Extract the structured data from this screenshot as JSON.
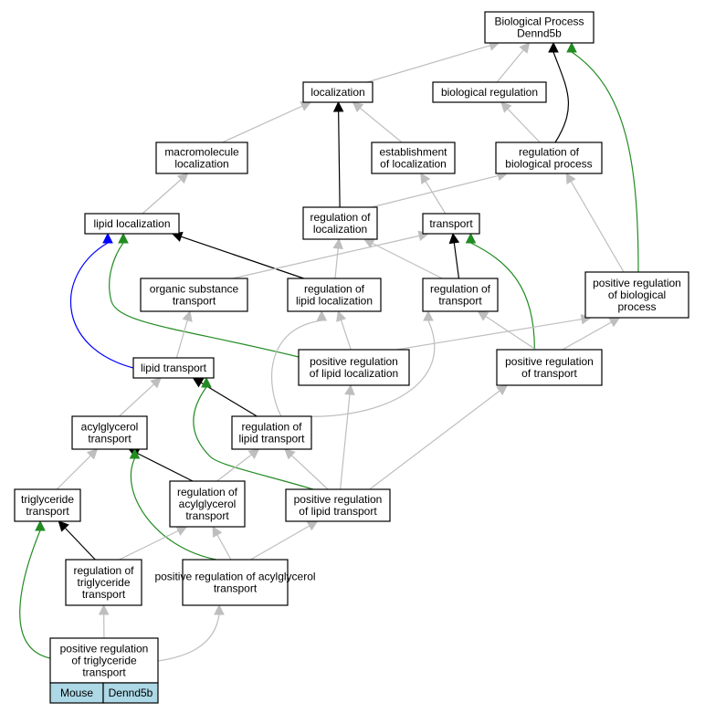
{
  "nodes": [
    {
      "id": "bp",
      "label": [
        "Biological Process",
        "Dennd5b"
      ]
    },
    {
      "id": "loc",
      "label": [
        "localization"
      ]
    },
    {
      "id": "biored",
      "label": [
        "biological regulation"
      ]
    },
    {
      "id": "macloc",
      "label": [
        "macromolecule",
        "localization"
      ]
    },
    {
      "id": "estloc",
      "label": [
        "establishment",
        "of localization"
      ]
    },
    {
      "id": "regbp",
      "label": [
        "regulation of",
        "biological process"
      ]
    },
    {
      "id": "lipidloc",
      "label": [
        "lipid localization"
      ]
    },
    {
      "id": "regloc",
      "label": [
        "regulation of",
        "localization"
      ]
    },
    {
      "id": "transport",
      "label": [
        "transport"
      ]
    },
    {
      "id": "orgsub",
      "label": [
        "organic substance",
        "transport"
      ]
    },
    {
      "id": "reglipidloc",
      "label": [
        "regulation of",
        "lipid localization"
      ]
    },
    {
      "id": "regtransport",
      "label": [
        "regulation of",
        "transport"
      ]
    },
    {
      "id": "posregbp",
      "label": [
        "positive regulation",
        "of biological",
        "process"
      ]
    },
    {
      "id": "lipidtransport",
      "label": [
        "lipid transport"
      ]
    },
    {
      "id": "posreglipidloc",
      "label": [
        "positive regulation",
        "of lipid localization"
      ]
    },
    {
      "id": "posregtransport",
      "label": [
        "positive regulation",
        "of transport"
      ]
    },
    {
      "id": "acyltransport",
      "label": [
        "acylglycerol",
        "transport"
      ]
    },
    {
      "id": "reglipidtransport",
      "label": [
        "regulation of",
        "lipid transport"
      ]
    },
    {
      "id": "trigtransport",
      "label": [
        "triglyceride",
        "transport"
      ]
    },
    {
      "id": "regacyl",
      "label": [
        "regulation of",
        "acylglycerol",
        "transport"
      ]
    },
    {
      "id": "posreglipidtransport",
      "label": [
        "positive regulation",
        "of lipid transport"
      ]
    },
    {
      "id": "regtrig",
      "label": [
        "regulation of",
        "triglyceride",
        "transport"
      ]
    },
    {
      "id": "posregacyl",
      "label": [
        "positive regulation of acylglycerol",
        "transport"
      ]
    },
    {
      "id": "posregtrig",
      "label": [
        "positive regulation",
        "of triglyceride",
        "transport"
      ]
    }
  ],
  "legend": {
    "organism": "Mouse",
    "gene": "Dennd5b"
  },
  "edge_colors": {
    "is_a": "#bebebe",
    "regulates": "#000000",
    "positively_regulates": "#228b22",
    "part_of": "#0000ff"
  },
  "edges": [
    {
      "from": "loc",
      "to": "bp",
      "type": "is_a"
    },
    {
      "from": "biored",
      "to": "bp",
      "type": "is_a"
    },
    {
      "from": "regbp",
      "to": "bp",
      "type": "regulates"
    },
    {
      "from": "posregbp",
      "to": "bp",
      "type": "positively_regulates"
    },
    {
      "from": "macloc",
      "to": "loc",
      "type": "is_a"
    },
    {
      "from": "estloc",
      "to": "loc",
      "type": "is_a"
    },
    {
      "from": "regloc",
      "to": "loc",
      "type": "regulates"
    },
    {
      "from": "regbp",
      "to": "biored",
      "type": "is_a"
    },
    {
      "from": "lipidloc",
      "to": "macloc",
      "type": "is_a"
    },
    {
      "from": "transport",
      "to": "estloc",
      "type": "is_a"
    },
    {
      "from": "regloc",
      "to": "regbp",
      "type": "is_a"
    },
    {
      "from": "posregbp",
      "to": "regbp",
      "type": "is_a"
    },
    {
      "from": "reglipidloc",
      "to": "lipidloc",
      "type": "regulates"
    },
    {
      "from": "posreglipidloc",
      "to": "lipidloc",
      "type": "positively_regulates"
    },
    {
      "from": "lipidtransport",
      "to": "lipidloc",
      "type": "part_of"
    },
    {
      "from": "orgsub",
      "to": "transport",
      "type": "is_a"
    },
    {
      "from": "regtransport",
      "to": "transport",
      "type": "regulates"
    },
    {
      "from": "posregtransport",
      "to": "transport",
      "type": "positively_regulates"
    },
    {
      "from": "reglipidloc",
      "to": "regloc",
      "type": "is_a"
    },
    {
      "from": "regtransport",
      "to": "regloc",
      "type": "is_a"
    },
    {
      "from": "lipidtransport",
      "to": "orgsub",
      "type": "is_a"
    },
    {
      "from": "posreglipidloc",
      "to": "reglipidloc",
      "type": "is_a"
    },
    {
      "from": "reglipidtransport",
      "to": "reglipidloc",
      "type": "is_a"
    },
    {
      "from": "posregtransport",
      "to": "regtransport",
      "type": "is_a"
    },
    {
      "from": "reglipidtransport",
      "to": "regtransport",
      "type": "is_a"
    },
    {
      "from": "posreglipidloc",
      "to": "posregbp",
      "type": "is_a"
    },
    {
      "from": "posregtransport",
      "to": "posregbp",
      "type": "is_a"
    },
    {
      "from": "acyltransport",
      "to": "lipidtransport",
      "type": "is_a"
    },
    {
      "from": "reglipidtransport",
      "to": "lipidtransport",
      "type": "regulates"
    },
    {
      "from": "posreglipidtransport",
      "to": "lipidtransport",
      "type": "positively_regulates"
    },
    {
      "from": "posreglipidtransport",
      "to": "posreglipidloc",
      "type": "is_a"
    },
    {
      "from": "posreglipidtransport",
      "to": "posregtransport",
      "type": "is_a"
    },
    {
      "from": "trigtransport",
      "to": "acyltransport",
      "type": "is_a"
    },
    {
      "from": "regacyl",
      "to": "acyltransport",
      "type": "regulates"
    },
    {
      "from": "posregacyl",
      "to": "acyltransport",
      "type": "positively_regulates"
    },
    {
      "from": "regacyl",
      "to": "reglipidtransport",
      "type": "is_a"
    },
    {
      "from": "posreglipidtransport",
      "to": "reglipidtransport",
      "type": "is_a"
    },
    {
      "from": "regtrig",
      "to": "trigtransport",
      "type": "regulates"
    },
    {
      "from": "posregtrig",
      "to": "trigtransport",
      "type": "positively_regulates"
    },
    {
      "from": "regtrig",
      "to": "regacyl",
      "type": "is_a"
    },
    {
      "from": "posregacyl",
      "to": "regacyl",
      "type": "is_a"
    },
    {
      "from": "posregacyl",
      "to": "posreglipidtransport",
      "type": "is_a"
    },
    {
      "from": "posregtrig",
      "to": "regtrig",
      "type": "is_a"
    },
    {
      "from": "posregtrig",
      "to": "posregacyl",
      "type": "is_a"
    }
  ]
}
